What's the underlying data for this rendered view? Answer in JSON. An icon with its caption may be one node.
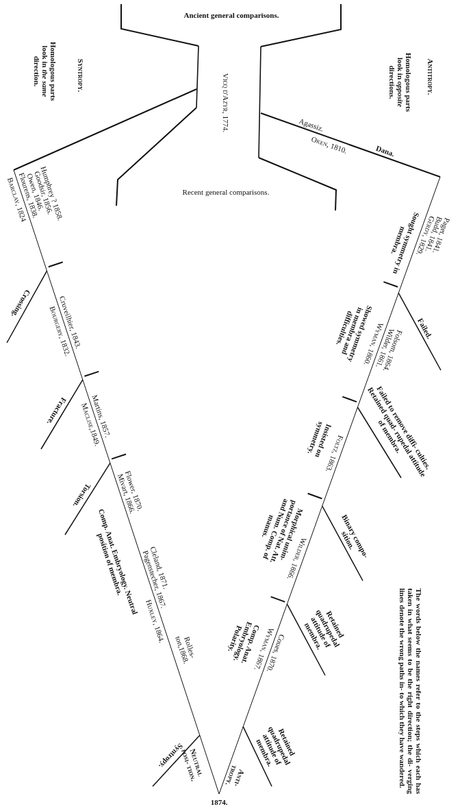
{
  "diagram": {
    "labels": [
      "Ancient general comparisons.",
      "Syntropy.",
      "Homologous parts look in *the same* direction.",
      "Vicq d'Azyr, 1774.",
      "Antitropy.",
      "Homologous parts look in *opposite* directions.",
      "Agassiz.",
      "Oken, 1810.",
      "Dana.",
      "Recent general comparisons.",
      "Humphrey ? 1858.",
      "Goodsir, 1856.",
      "Owen, 1846.",
      "Flourens, 1838.",
      "Barclay, 1824",
      "Crossing.",
      "Paget, 1841.",
      "Budd, 1841.",
      "Gerdy, 1829.",
      "Sought symmetry in membra.",
      "Failed.",
      "Folsom, 1864.",
      "Wilder, 1861.",
      "Wyman, 1860.",
      "Showed symmetry in membra and difficulties.",
      "Failed to remove diffi- culties. Retained quad- rupedal attitude of membra.",
      "Cruveilhier, 1843.",
      "Bourgery, 1832.",
      "Fracture.",
      "Foltz, 1863.",
      "Insisted on symmetry.",
      "Binary compo- sition.",
      "Martins, 1857.",
      "Maclise,1849.",
      "Torsion.",
      "Morphical unim- portance of Nat. Att. and Num. Comp. of manus.",
      "Wilder, 1866.",
      "Retained quadrupedal attitude of membra.",
      "Flower, 1870.",
      "Mivart, 1866.",
      "Comp. Anat. Embryology. Neutral position of membra.",
      "Cleland, 1871.",
      "Rolles- ton,1868.",
      "Pagenstecher, 1867.",
      "Huxley, 1864.",
      "Coues, 1870.",
      "Wyman, 1867.",
      "Comp. Anat. Embryology. Polarity.",
      "Retained quadrupedal attitude of membra.",
      "The words below the names refer to the steps which each has taken in what seems to be the right direction; the di- verging lines denote the wrong paths in- to which they have wandered.",
      "Syntropy.",
      "Neutral posi- tion.",
      "Anti- tropy.",
      "1874."
    ]
  }
}
